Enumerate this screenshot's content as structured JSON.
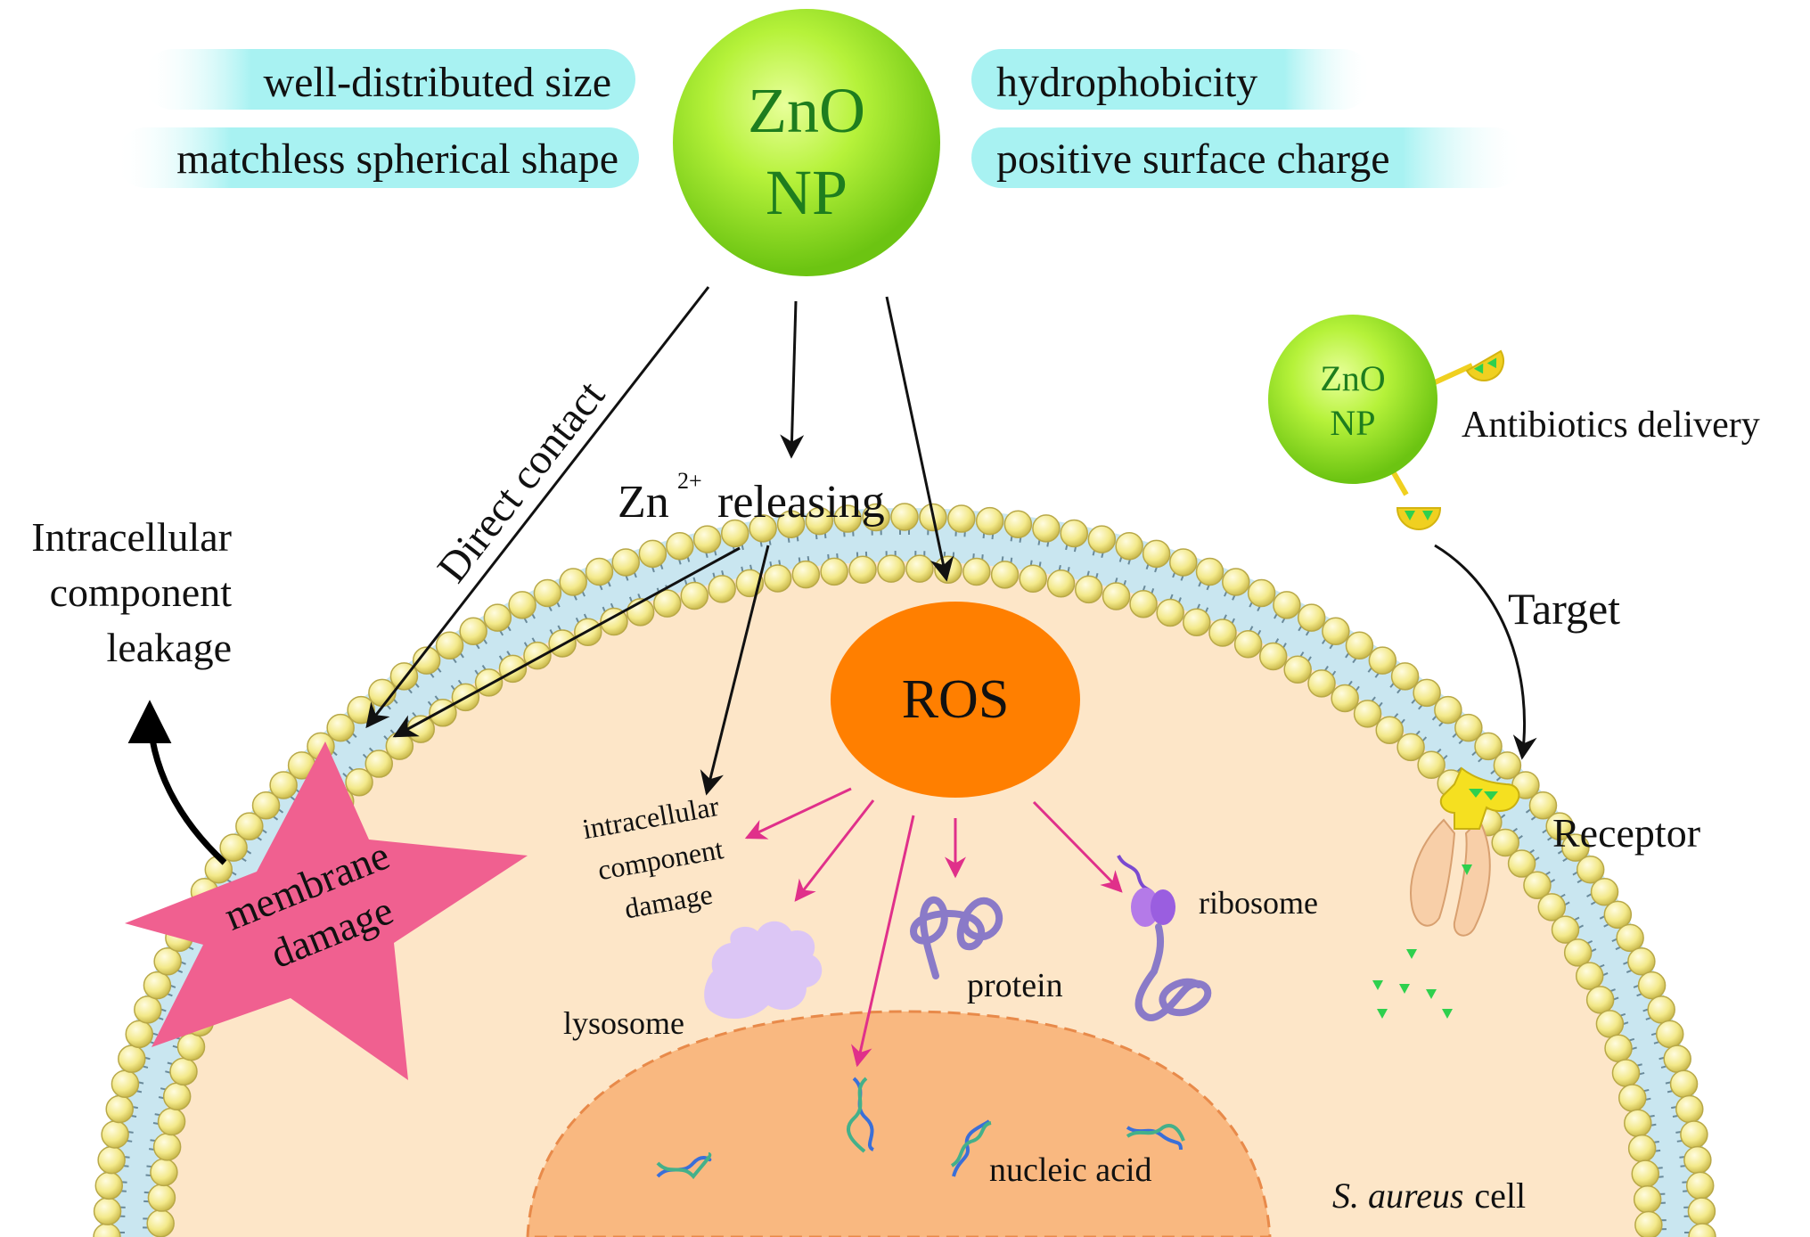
{
  "properties": {
    "left_top": "well-distributed size",
    "left_bottom": "matchless spherical shape",
    "right_top": "hydrophobicity",
    "right_bottom": "positive surface charge"
  },
  "nanoparticle": {
    "line1": "ZnO",
    "line2": "NP"
  },
  "small_nanoparticle": {
    "line1": "ZnO",
    "line2": "NP"
  },
  "pathways": {
    "direct_contact": "Direct contact",
    "zn_release_prefix": "Zn",
    "zn_release_superscript": "2+",
    "zn_release_suffix": "releasing",
    "ros": "ROS"
  },
  "leakage": {
    "line1": "Intracellular",
    "line2": "component",
    "line3": "leakage"
  },
  "membrane_damage": {
    "line1": "membrane",
    "line2": "damage"
  },
  "intracellular": {
    "component_damage": {
      "line1": "intracellular",
      "line2": "component",
      "line3": "damage"
    },
    "lysosome": "lysosome",
    "protein": "protein",
    "ribosome": "ribosome",
    "nucleic_acid": "nucleic acid"
  },
  "targeting": {
    "antibiotics_delivery": "Antibiotics delivery",
    "target": "Target",
    "receptor": "Receptor"
  },
  "cell_label": {
    "species": "S. aureus",
    "word": "cell"
  },
  "colors": {
    "nanoparticle_green": "#8fe01a",
    "nanoparticle_text": "#1e7d1e",
    "ros_orange": "#ff7f00",
    "star_pink": "#f06090",
    "cytoplasm": "#fde6c8",
    "nucleus": "#f9b880",
    "membrane_blue": "#c9e6f0",
    "lipid_head": "#f5ec8c",
    "property_cyan": "#a8f2f2",
    "arrow_magenta": "#e0308a"
  }
}
